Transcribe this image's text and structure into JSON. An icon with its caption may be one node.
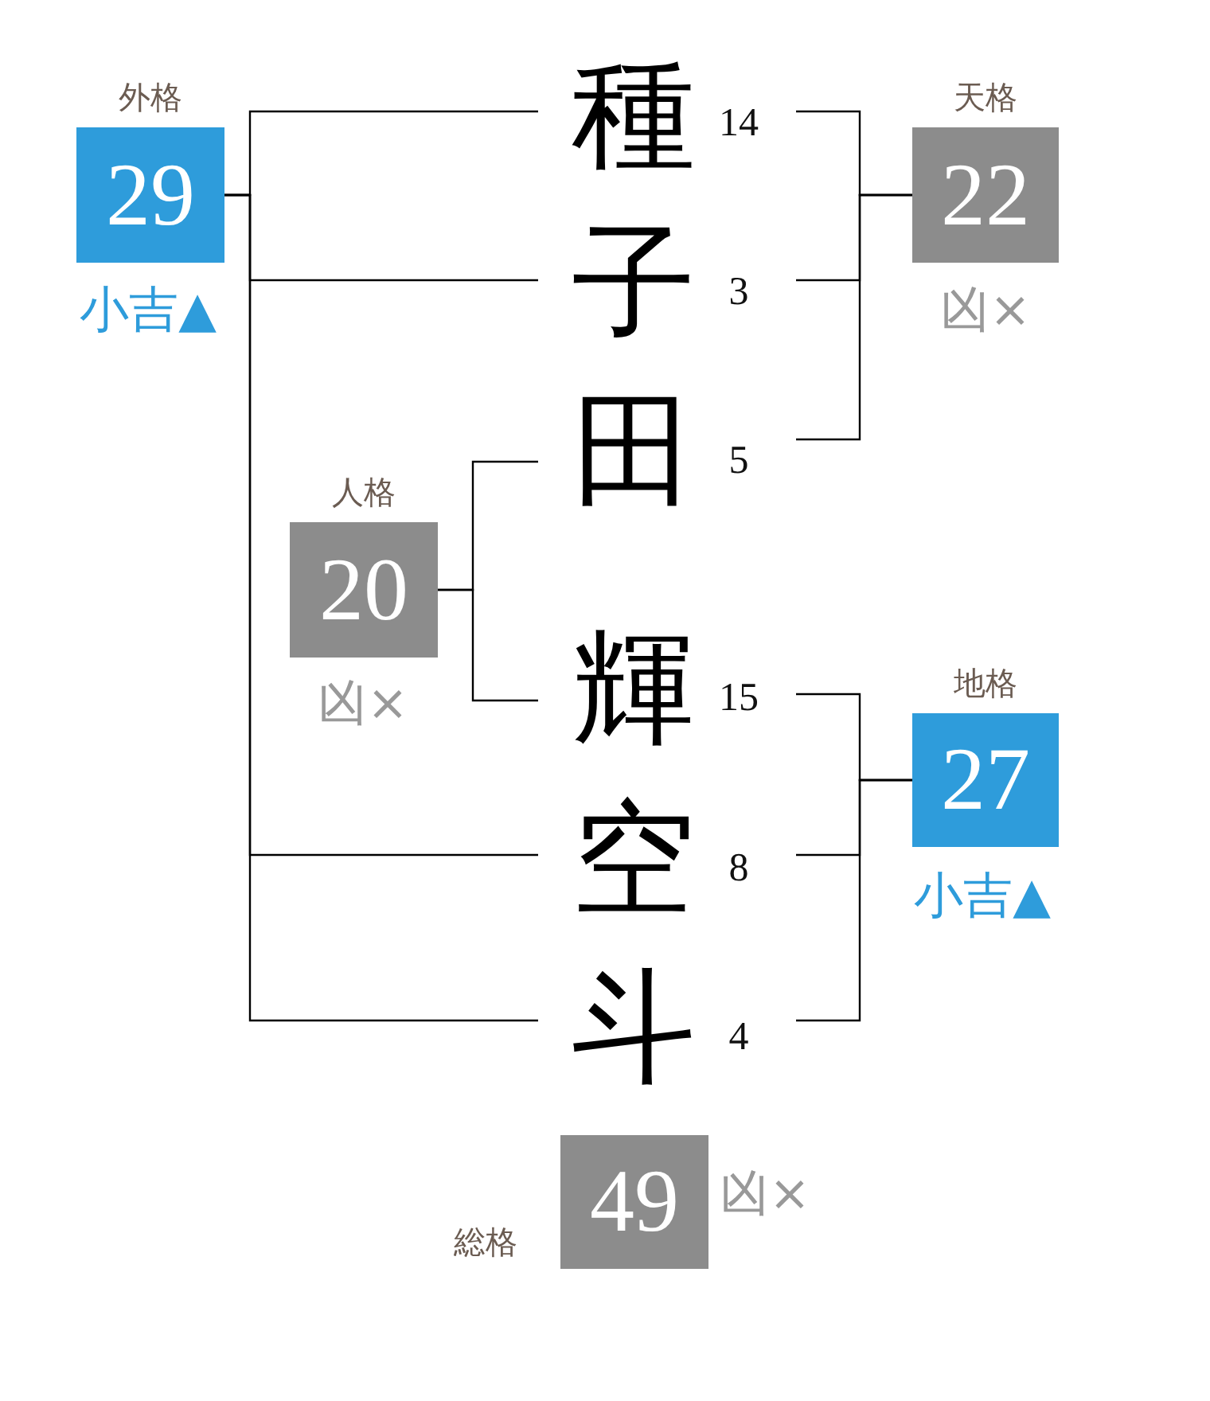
{
  "diagram": {
    "nodes": [
      {
        "text": [
          "外格",
          "29"
        ],
        "beside": [
          "小吉▲"
        ]
      },
      {
        "text": [
          "種"
        ],
        "beside": [
          "14"
        ]
      },
      {
        "text": [
          "天格",
          "22"
        ],
        "beside": [
          "凶×"
        ]
      },
      {
        "text": [
          "子"
        ],
        "beside": [
          "3"
        ]
      },
      {
        "text": [
          "田"
        ],
        "beside": [
          "5"
        ]
      },
      {
        "text": [
          "人格",
          "20"
        ],
        "beside": [
          "凶×"
        ]
      },
      {
        "text": [
          "輝"
        ],
        "beside": [
          "15"
        ]
      },
      {
        "text": [
          "地格",
          "27"
        ],
        "beside": [
          "小吉▲"
        ]
      },
      {
        "text": [
          "空"
        ],
        "beside": [
          "8"
        ]
      },
      {
        "text": [
          "斗"
        ],
        "beside": [
          "4"
        ]
      },
      {
        "text": [
          "総格",
          "49"
        ],
        "beside": [
          "凶×"
        ]
      }
    ],
    "edges": [
      {
        "from": 1,
        "to": 0,
        "arrow": "none"
      },
      {
        "from": 3,
        "to": 0,
        "arrow": "none"
      },
      {
        "from": 8,
        "to": 0,
        "arrow": "none"
      },
      {
        "from": 9,
        "to": 0,
        "arrow": "none"
      },
      {
        "from": 1,
        "to": 2,
        "arrow": "none"
      },
      {
        "from": 3,
        "to": 2,
        "arrow": "none"
      },
      {
        "from": 4,
        "to": 2,
        "arrow": "none"
      },
      {
        "from": 4,
        "to": 5,
        "arrow": "none"
      },
      {
        "from": 6,
        "to": 5,
        "arrow": "none"
      },
      {
        "from": 6,
        "to": 7,
        "arrow": "none"
      },
      {
        "from": 8,
        "to": 7,
        "arrow": "none"
      },
      {
        "from": 9,
        "to": 7,
        "arrow": "none"
      }
    ]
  }
}
